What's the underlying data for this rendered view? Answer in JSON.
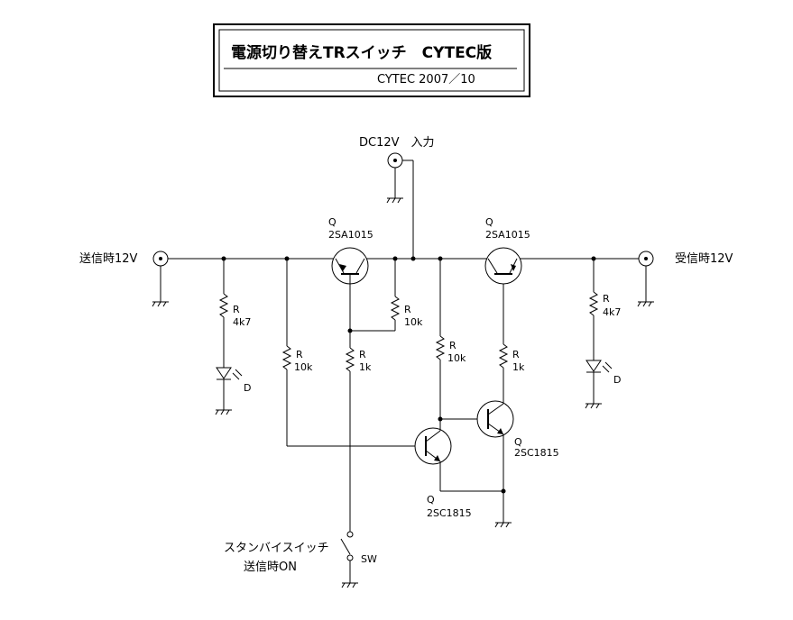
{
  "title": {
    "main": "電源切り替えTRスイッチ　CYTEC版",
    "sub": "CYTEC  2007／10"
  },
  "labels": {
    "dc_in": "DC12V　入力",
    "tx_in": "送信時12V",
    "rx_out": "受信時12V",
    "sw_line1": "スタンバイスイッチ",
    "sw_line2": "送信時ON",
    "sw": "SW"
  },
  "components": {
    "q1": {
      "ref": "Q",
      "part": "2SA1015"
    },
    "q2": {
      "ref": "Q",
      "part": "2SA1015"
    },
    "q3": {
      "ref": "Q",
      "part": "2SC1815"
    },
    "q4": {
      "ref": "Q",
      "part": "2SC1815"
    },
    "r_led_l": {
      "ref": "R",
      "value": "4k7"
    },
    "r_led_r": {
      "ref": "R",
      "value": "4k7"
    },
    "r_q1_be": {
      "ref": "R",
      "value": "10k"
    },
    "r_q1_base": {
      "ref": "R",
      "value": "1k"
    },
    "r_tx_pull": {
      "ref": "R",
      "value": "10k"
    },
    "r_q4_pull": {
      "ref": "R",
      "value": "10k"
    },
    "r_q2_base": {
      "ref": "R",
      "value": "1k"
    },
    "d_left": {
      "ref": "D"
    },
    "d_right": {
      "ref": "D"
    }
  }
}
